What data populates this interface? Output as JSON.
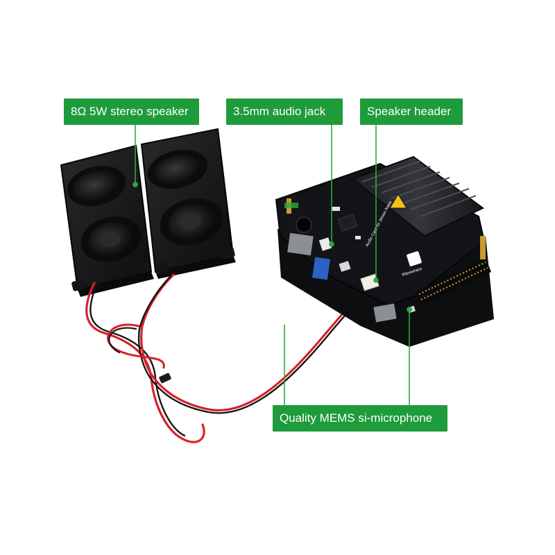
{
  "callouts": {
    "speaker": "8Ω 5W stereo speaker",
    "jack": "3.5mm audio jack",
    "header": "Speaker header",
    "microphone": "Quality MEMS si-microphone"
  },
  "board": {
    "silkscreen": "Audio Card for Jetson Nano",
    "brand": "Waveshare"
  },
  "colors": {
    "callout_green": "#1e9b3a",
    "leader_green": "#2eaa3c",
    "board": "#111214",
    "speaker": "#1a1a1c",
    "wire_red": "#d8202a",
    "wire_black": "#151515",
    "background": "#ffffff"
  }
}
